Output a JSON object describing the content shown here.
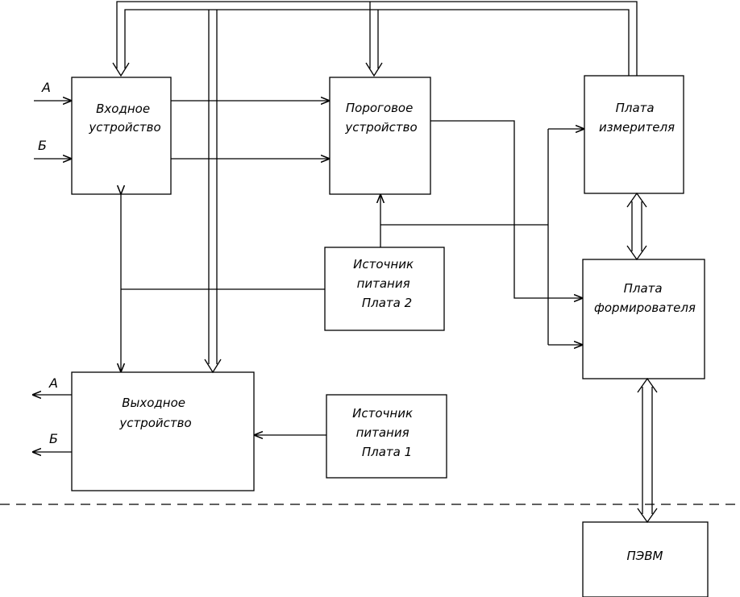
{
  "blocks": {
    "input_device": {
      "lines": [
        "Входное",
        "устройство"
      ]
    },
    "threshold_device": {
      "lines": [
        "Пороговое",
        "устройство"
      ]
    },
    "meter_board": {
      "lines": [
        "Плата",
        "измерителя"
      ]
    },
    "power_source_2": {
      "lines": [
        "Источник",
        "питания",
        "Плата 2"
      ]
    },
    "shaper_board": {
      "lines": [
        "Плата",
        "формирователя"
      ]
    },
    "output_device": {
      "lines": [
        "Выходное",
        "устройство"
      ]
    },
    "power_source_1": {
      "lines": [
        "Источник",
        "питания",
        "Плата 1"
      ]
    },
    "pc": {
      "lines": [
        "ПЭВМ"
      ]
    }
  },
  "inputs": {
    "a": "А",
    "b": "Б"
  },
  "outputs": {
    "a": "А",
    "b": "Б"
  },
  "colors": {
    "line": "#000000",
    "background": "#ffffff"
  }
}
